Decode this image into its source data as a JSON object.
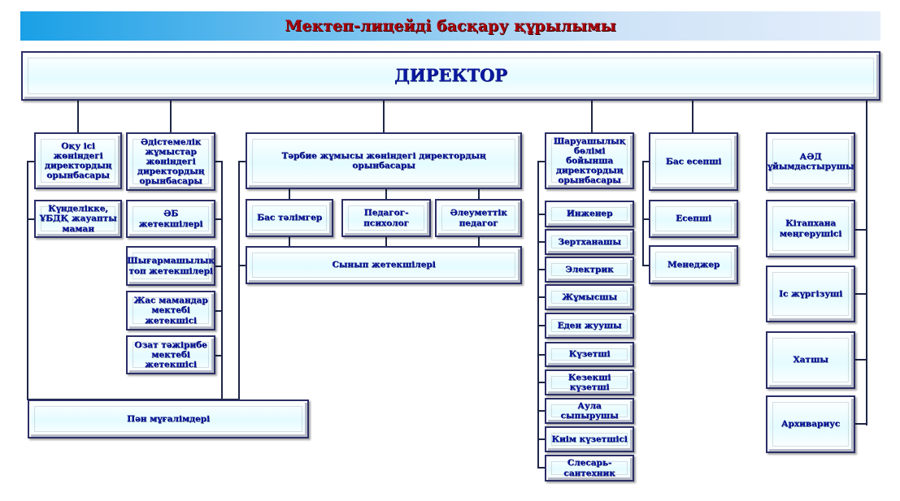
{
  "title": "Мектеп-лицейді басқару құрылымы",
  "director": "ДИРЕКТОР",
  "col1": {
    "deputy_study": "Оқу ісі жөніндегі директордың орынбасары",
    "diary_specialist": "Күнделікке, ҰБДҚ жауапты маман"
  },
  "col2": {
    "deputy_methodical": "Әдістемелік жұмыстар жөніндегі директордың орынбасары",
    "items": [
      "ӘБ жетекшілері",
      "Шығармашылық топ жетекшілері",
      "Жас мамандар мектебі жетекшісі",
      "Озат тәжірибе мектебі жетекшісі"
    ]
  },
  "subject_teachers": "Пән мұғалімдері",
  "col3": {
    "deputy_upbringing": "Тәрбие жұмысы жөніндегі директордың орынбасары",
    "items": [
      "Бас тәлімгер",
      "Педагог-психолог",
      "Әлеуметтік педагог"
    ],
    "class_teachers": "Сынып жетекшілері"
  },
  "col4": {
    "deputy_economic": "Шаруашылық бөлімі бойынша директордың орынбасары",
    "items": [
      "Инженер",
      "Зертханашы",
      "Электрик",
      "Жұмысшы",
      "Еден жуушы",
      "Күзетші",
      "Кезекші күзетші",
      "Аула сыпырушы",
      "Киім күзетшісі",
      "Слесарь-сантехник"
    ]
  },
  "col5": {
    "chief_accountant": "Бас есепші",
    "items": [
      "Есепші",
      "Менеджер"
    ]
  },
  "col6": {
    "items": [
      "АӘД ұйымдастырушы",
      "Кітапхана меңгерушісі",
      "Іс жүргізуші",
      "Хатшы",
      "Архивариус"
    ]
  },
  "colors": {
    "title_text": "#a8000a",
    "box_text": "#0b1aa0",
    "box_border": "#2b2f66",
    "line": "#1f2747"
  }
}
